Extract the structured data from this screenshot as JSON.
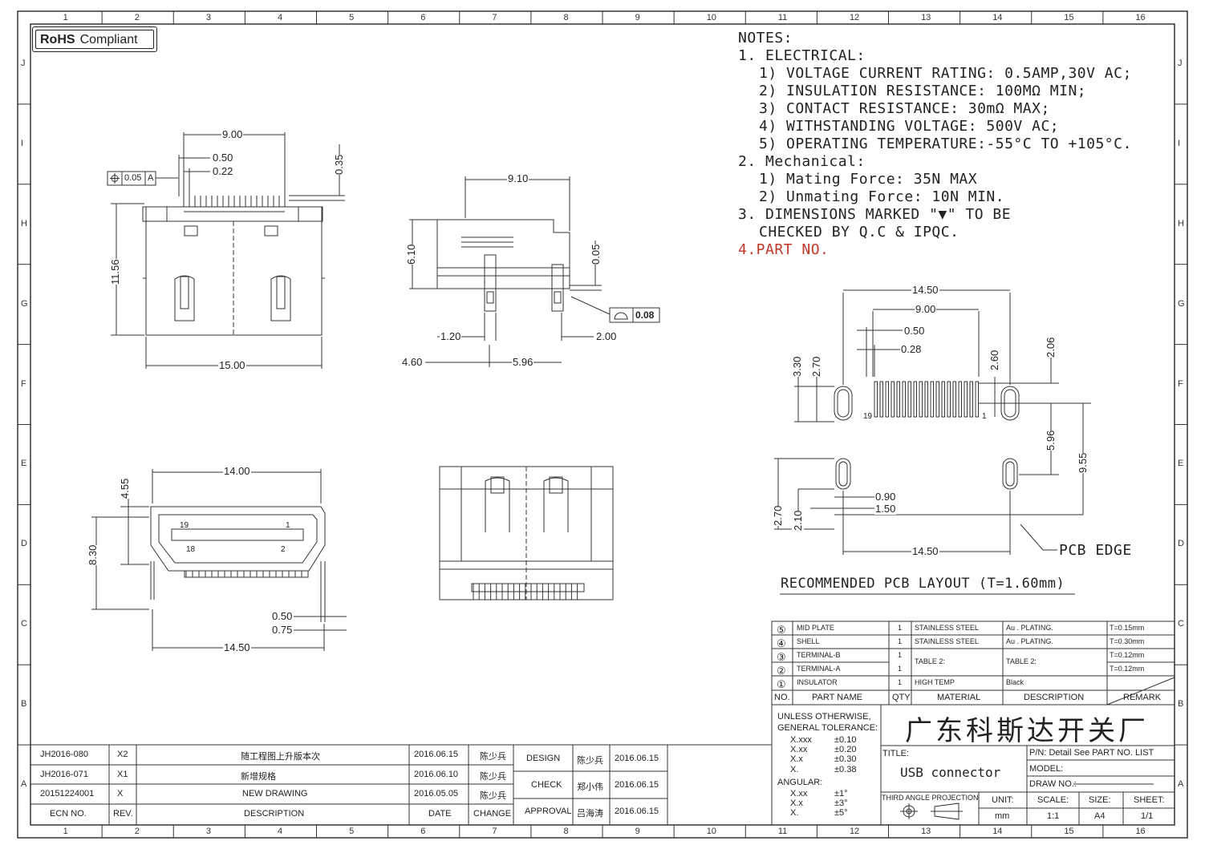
{
  "rohs": {
    "bold": "RoHS",
    "text": "Compliant"
  },
  "grid": {
    "cols": [
      "1",
      "2",
      "3",
      "4",
      "5",
      "6",
      "7",
      "8",
      "9",
      "10",
      "11",
      "12",
      "13",
      "14",
      "15",
      "16"
    ],
    "rows": [
      "J",
      "I",
      "H",
      "G",
      "F",
      "E",
      "D",
      "C",
      "B",
      "A"
    ]
  },
  "notes": {
    "title": "NOTES:",
    "electrical": "1. ELECTRICAL:",
    "e1": "1) VOLTAGE CURRENT RATING: 0.5AMP,30V AC;",
    "e2": "2) INSULATION RESISTANCE: 100MΩ MIN;",
    "e3": "3) CONTACT RESISTANCE: 30mΩ MAX;",
    "e4": "4) WITHSTANDING VOLTAGE: 500V AC;",
    "e5": "5) OPERATING TEMPERATURE:-55°C TO +105°C.",
    "mechanical": "2. Mechanical:",
    "m1": "1) Mating Force: 35N MAX",
    "m2": "2) Unmating Force: 10N MIN.",
    "dims1": "3. DIMENSIONS MARKED \"▼\" TO BE",
    "dims2": "CHECKED BY Q.C & IPQC.",
    "part": "4.PART NO."
  },
  "dims": {
    "d900": "9.00",
    "d050": "0.50",
    "d022": "0.22",
    "d035": "0.35",
    "tol": "0.05",
    "tolA": "A",
    "d1156": "11.56",
    "d1500": "15.00",
    "d910": "9.10",
    "d610": "6.10",
    "d005": "0.05",
    "flat": "0.08",
    "d120": "1.20",
    "d200": "2.00",
    "d460": "4.60",
    "d596": "5.96",
    "d1400": "14.00",
    "d455": "4.55",
    "d830": "8.30",
    "p19": "19",
    "p1": "1",
    "p18": "18",
    "p2": "2",
    "d050b": "0.50",
    "d075": "0.75",
    "d1450": "14.50",
    "pcb1450": "14.50",
    "pcb900": "9.00",
    "pcb050": "0.50",
    "pcb028": "0.28",
    "pcb330": "3.30",
    "pcb270": "2.70",
    "pcb260": "2.60",
    "pcb206": "2.06",
    "pcb596": "5.96",
    "pcb955": "9.55",
    "pcb19": "19",
    "pcb1": "1",
    "pcb090": "0.90",
    "pcb150": "1.50",
    "pcb270b": "2.70",
    "pcb210": "2.10",
    "pcb1450b": "14.50",
    "pcbedge": "PCB EDGE",
    "pcbtitle": "RECOMMENDED PCB LAYOUT (T=1.60mm)"
  },
  "bom": {
    "rows": [
      {
        "no": "⑤",
        "name": "MID PLATE",
        "qty": "1",
        "mat": "STAINLESS STEEL",
        "desc": "Au . PLATING.",
        "rem": "T=0.15mm"
      },
      {
        "no": "④",
        "name": "SHELL",
        "qty": "1",
        "mat": "STAINLESS STEEL",
        "desc": "Au . PLATING.",
        "rem": "T=0.30mm"
      },
      {
        "no": "③",
        "name": "TERMINAL-B",
        "qty": "1",
        "mat": "TABLE 2:",
        "desc": "TABLE 2:",
        "rem": "T=0.12mm"
      },
      {
        "no": "②",
        "name": "TERMINAL-A",
        "qty": "1",
        "mat": "",
        "desc": "",
        "rem": "T=0.12mm"
      },
      {
        "no": "①",
        "name": "INSULATOR",
        "qty": "1",
        "mat": "HIGH TEMP",
        "desc": "Black",
        "rem": ""
      }
    ],
    "header": {
      "no": "NO.",
      "name": "PART NAME",
      "qty": "QTY",
      "mat": "MATERIAL",
      "desc": "DESCRIPTION",
      "rem": "REMARK"
    }
  },
  "title_block": {
    "tol1": "UNLESS OTHERWISE,",
    "tol2": "GENERAL TOLERANCE:",
    "t1k": "X.xxx",
    "t1v": "±0.10",
    "t2k": "X.xx",
    "t2v": "±0.20",
    "t3k": "X.x",
    "t3v": "±0.30",
    "t4k": "X.",
    "t4v": "±0.38",
    "ang": "ANGULAR:",
    "a1k": "X.xx",
    "a1v": "±1°",
    "a2k": "X.x",
    "a2v": "±3°",
    "a3k": "X.",
    "a3v": "±5°",
    "company": "广东科斯达开关厂",
    "title_label": "TITLE:",
    "title": "USB connector",
    "pn": "P/N: Detail See PART NO. LIST",
    "model": "MODEL:",
    "drawno": "DRAW NO.:",
    "proj": "THIRD ANGLE PROJECTION",
    "unit_l": "UNIT:",
    "unit": "mm",
    "scale_l": "SCALE:",
    "scale": "1:1",
    "size_l": "SIZE:",
    "size": "A4",
    "sheet_l": "SHEET:",
    "sheet": "1/1"
  },
  "revisions": [
    {
      "ecn": "JH2016-080",
      "rev": "X2",
      "desc": "随工程图上升版本次",
      "date": "2016.06.15",
      "by": "陈少兵"
    },
    {
      "ecn": "JH2016-071",
      "rev": "X1",
      "desc": "新增规格",
      "date": "2016.06.10",
      "by": "陈少兵"
    },
    {
      "ecn": "20151224001",
      "rev": "X",
      "desc": "NEW DRAWING",
      "date": "2016.05.05",
      "by": "陈少兵"
    }
  ],
  "rev_header": {
    "ecn": "ECN NO.",
    "rev": "REV.",
    "desc": "DESCRIPTION",
    "date": "DATE",
    "change": "CHANGE"
  },
  "approvals": [
    {
      "role": "DESIGN",
      "name": "陈少兵",
      "date": "2016.06.15"
    },
    {
      "role": "CHECK",
      "name": "郑小伟",
      "date": "2016.06.15"
    },
    {
      "role": "APPROVAL",
      "name": "吕海涛",
      "date": "2016.06.15"
    }
  ]
}
